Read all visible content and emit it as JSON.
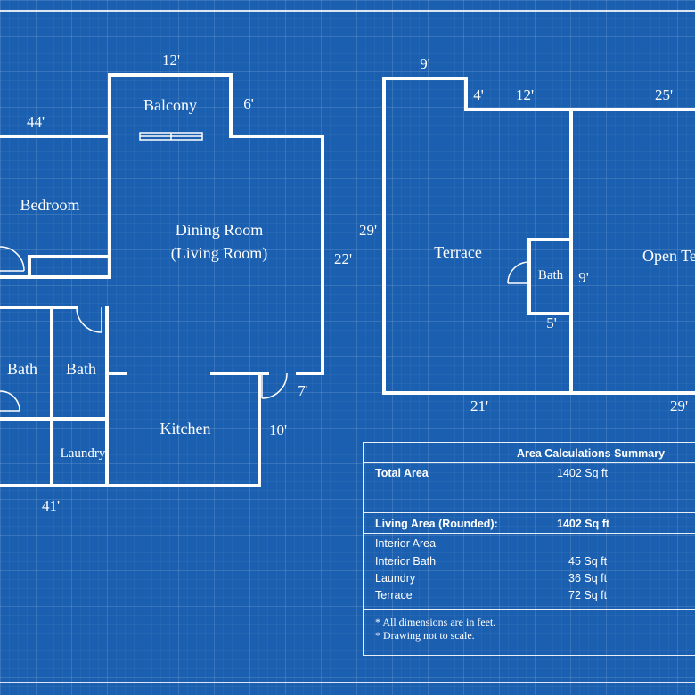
{
  "floor_plan_left": {
    "rooms": {
      "balcony": "Balcony",
      "bedroom": "Bedroom",
      "dining_room": "Dining Room",
      "dining_room_sub": "(Living Room)",
      "bath_1": "Bath",
      "bath_2": "Bath",
      "kitchen": "Kitchen",
      "laundry": "Laundry"
    },
    "dimensions": {
      "balcony_width": "12'",
      "balcony_depth": "6'",
      "top_width": "44'",
      "right_height": "22'",
      "bottom_width": "41'",
      "kitchen_notch": "7'",
      "kitchen_side": "10'"
    }
  },
  "floor_plan_right": {
    "rooms": {
      "terrace": "Terrace",
      "open_terrace": "Open Te",
      "bath": "Bath"
    },
    "dimensions": {
      "top_left": "9'",
      "step": "4'",
      "top_mid": "12'",
      "top_right": "25'",
      "left_height": "29'",
      "bath_height": "9'",
      "bath_width": "5'",
      "bottom_left": "21'",
      "bottom_right": "29'"
    }
  },
  "summary": {
    "title": "Area Calculations Summary",
    "total_label": "Total Area",
    "total_value": "1402 Sq ft",
    "living_label": "Living Area (Rounded):",
    "living_value": "1402 Sq ft",
    "rows": [
      {
        "label": "Interior Area",
        "value": ""
      },
      {
        "label": "Interior Bath",
        "value": "45 Sq ft"
      },
      {
        "label": "Laundry",
        "value": "36 Sq ft"
      },
      {
        "label": "Terrace",
        "value": "72 Sq ft"
      }
    ],
    "notes": [
      "* All dimensions are in feet.",
      "* Drawing not to scale."
    ]
  },
  "colors": {
    "background": "#1b5fb0",
    "lines": "#ffffff"
  }
}
